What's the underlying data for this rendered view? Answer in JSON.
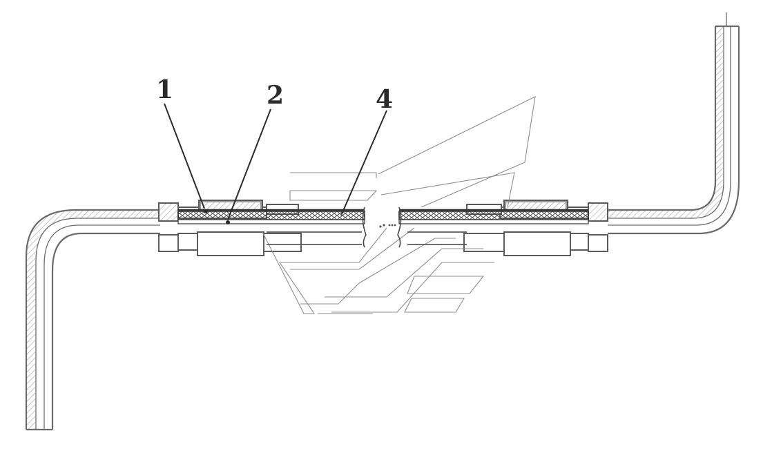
{
  "labels": [
    {
      "id": "1",
      "text": "1"
    },
    {
      "id": "2",
      "text": "2"
    },
    {
      "id": "4",
      "text": "4"
    }
  ],
  "colors": {
    "line": "#6a6a6a",
    "dark": "#2b2b2b",
    "fill": "#8a8a8a",
    "background": "#ffffff"
  }
}
